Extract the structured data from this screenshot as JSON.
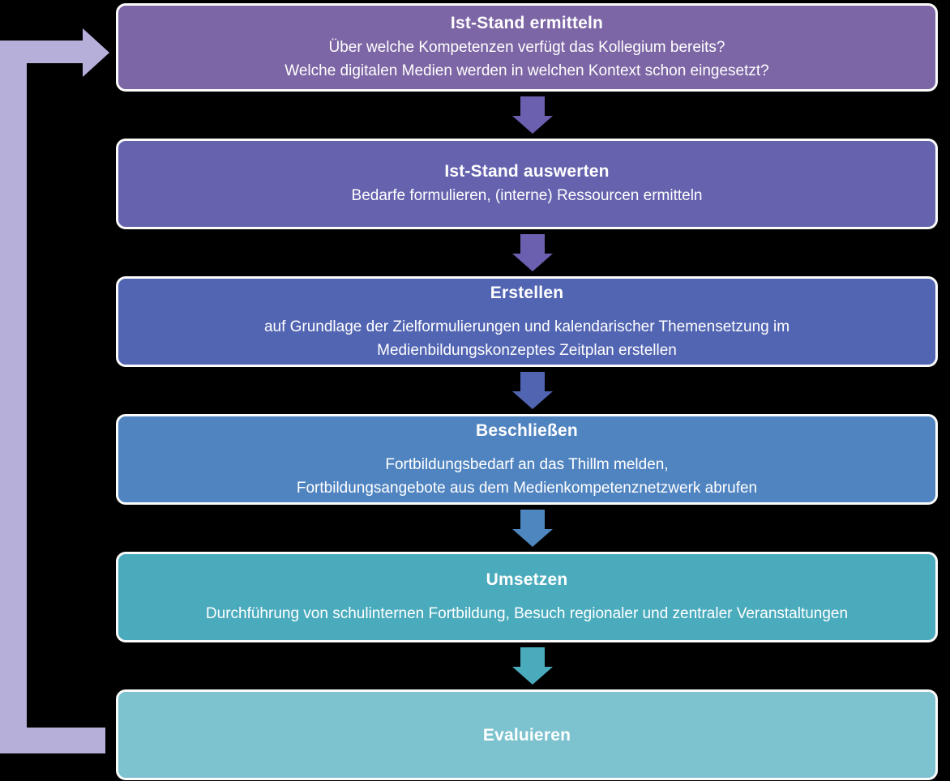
{
  "diagram": {
    "background_color": "#000000",
    "text_color": "#ffffff",
    "border_color": "#fbfbfb",
    "loop_arrow": {
      "name": "feedback-loop",
      "color": "#b5afd9"
    },
    "steps": [
      {
        "title": "Ist-Stand ermitteln",
        "body": [
          "Über welche Kompetenzen verfügt das Kollegium bereits?",
          "Welche digitalen Medien werden in welchen Kontext schon eingesetzt?"
        ],
        "color": "#7d66a5",
        "arrow_color": "#6a60af"
      },
      {
        "title": "Ist-Stand auswerten",
        "body": [
          "Bedarfe formulieren, (interne) Ressourcen ermitteln"
        ],
        "color": "#6562ae",
        "arrow_color": "#6a60af"
      },
      {
        "title": "Erstellen",
        "body": [
          "auf Grundlage der Zielformulierungen und kalendarischer Themensetzung im",
          "Medienbildungskonzeptes Zeitplan erstellen"
        ],
        "color": "#5265b2",
        "arrow_color": "#5064b2"
      },
      {
        "title": "Beschließen",
        "body": [
          "Fortbildungsbedarf an das Thillm melden,",
          "Fortbildungsangebote aus dem Medienkompetenznetzwerk abrufen"
        ],
        "color": "#5084c0",
        "arrow_color": "#4e86c0"
      },
      {
        "title": "Umsetzen",
        "body": [
          "Durchführung von schulinternen Fortbildung, Besuch regionaler und zentraler Veranstaltungen"
        ],
        "color": "#4aabbd",
        "arrow_color": "#4aabbd"
      },
      {
        "title": "Evaluieren",
        "body": [],
        "color": "#7cc2cf",
        "arrow_color": null
      }
    ]
  }
}
